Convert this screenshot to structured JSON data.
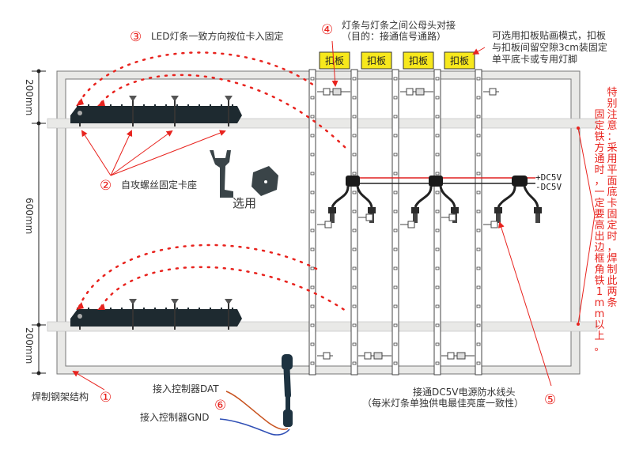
{
  "dimensions": {
    "top": "200mm",
    "middle": "600mm",
    "bottom": "200mm"
  },
  "callouts": [
    {
      "number": "①",
      "text": "焊制钢架结构"
    },
    {
      "number": "②",
      "text": "自攻螺丝固定卡座"
    },
    {
      "number": "③",
      "text": "LED灯条一致方向按位卡入固定"
    },
    {
      "number": "④",
      "text": "灯条与灯条之间公母头对接",
      "subtext": "（目的：接通信号通路）"
    },
    {
      "number": "⑤",
      "text": "接通DC5V电源防水线头",
      "subtext": "（每米灯条单独供电最佳亮度一致性）"
    },
    {
      "number": "⑥",
      "text_dat": "接入控制器DAT",
      "text_gnd": "接入控制器GND"
    }
  ],
  "optional_label": "选用",
  "plate_tags": [
    "扣板",
    "扣板",
    "扣板",
    "扣板"
  ],
  "plate_note": [
    "可选用扣板贴画模式，扣板",
    "与扣板间留空隙3cm装固定",
    "单平底卡或专用灯脚"
  ],
  "power_labels": {
    "positive": "+DC5V",
    "negative": "-DC5V"
  },
  "special_note": {
    "column_right": "特别注意：采用平面底卡固定时，焊制此两条",
    "column_left": "固定铁方通时，一定要高出边框角铁1mm以上。"
  },
  "colors": {
    "accent_red": "#e8231e",
    "tag_yellow": "#f7e81c",
    "frame_gray": "#e9e9e7",
    "strip_dark": "#1e2a30",
    "wire_red": "#e02020",
    "wire_dat": "#c8521e",
    "wire_gnd": "#2f4fb5"
  }
}
